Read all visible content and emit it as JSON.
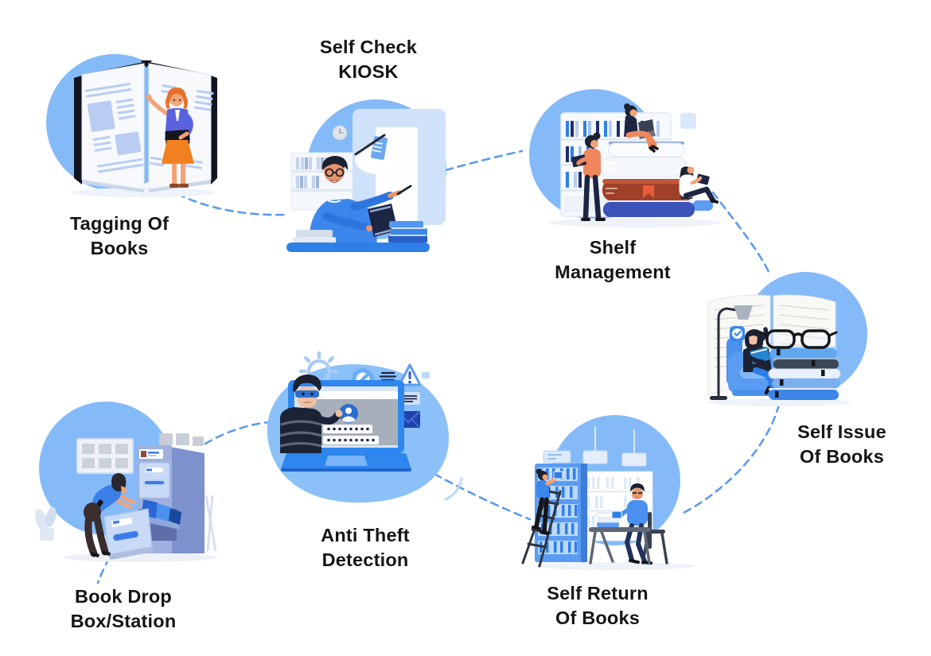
{
  "diagram": {
    "type": "flow-infographic",
    "subject": "Library RFID self-service workflow",
    "background": "#ffffff",
    "colors": {
      "circle": "#85baf8",
      "connector": "#5b9bed",
      "label_text": "#151515",
      "bright_blue": "#2e7fe8",
      "mid_blue": "#4a94f0",
      "light_blue": "#cfe2fa",
      "navy": "#1c2544",
      "indigo": "#3b52b8",
      "skin": "#f2a477",
      "orange": "#f08020",
      "salmon": "#f0875c",
      "red_brown": "#a04028",
      "purple": "#5a63dd"
    },
    "scenes": [
      {
        "id": "tagging-of-books",
        "label_line1": "Tagging Of",
        "label_line2": "Books",
        "illustration": "librarian-inside-giant-open-book"
      },
      {
        "id": "self-check-kiosk",
        "label_line1": "Self Check",
        "label_line2": "KIOSK",
        "illustration": "man-with-book-at-kiosk-screen"
      },
      {
        "id": "shelf-management",
        "label_line1": "Shelf",
        "label_line2": "Management",
        "illustration": "three-readers-on-stacked-books-by-shelf"
      },
      {
        "id": "self-issue-of-books",
        "label_line1": "Self Issue",
        "label_line2": "Of Books",
        "illustration": "man-reading-in-armchair-beside-book-stack-with-glasses"
      },
      {
        "id": "self-return-of-books",
        "label_line1": "Self Return",
        "label_line2": "Of Books",
        "illustration": "woman-on-ladder-returning-book-and-man-at-table"
      },
      {
        "id": "anti-theft-detection",
        "label_line1": "Anti Theft",
        "label_line2": "Detection",
        "illustration": "masked-thief-emerging-from-laptop"
      },
      {
        "id": "book-drop-box-station",
        "label_line1": "Book Drop",
        "label_line2": "Box/Station",
        "illustration": "woman-at-open-drop-cabinet"
      }
    ],
    "icons": {
      "gear-icon": "⚙",
      "prohibition-icon": "🚫",
      "warning-icon": "⚠",
      "envelope-icon": "✉",
      "check-icon": "✓",
      "clock-icon": "🕓",
      "wall-clock-icon": "🕓",
      "avatar-icon": "👤",
      "menu-lines-icon": "≡",
      "bookmark-flag-icon": "🔖",
      "glasses-icon": "👓",
      "document-pen-icon": "📄"
    },
    "connectors": [
      {
        "from": "tagging-of-books",
        "to": "self-check-kiosk"
      },
      {
        "from": "self-check-kiosk",
        "to": "shelf-management"
      },
      {
        "from": "shelf-management",
        "to": "self-issue-of-books"
      },
      {
        "from": "self-issue-of-books",
        "to": "self-return-of-books"
      },
      {
        "from": "anti-theft-detection",
        "to": "self-return-of-books"
      },
      {
        "from": "book-drop-box-station",
        "to": "anti-theft-detection"
      },
      {
        "from": "book-drop-box-station",
        "to": "label-stub"
      }
    ]
  }
}
